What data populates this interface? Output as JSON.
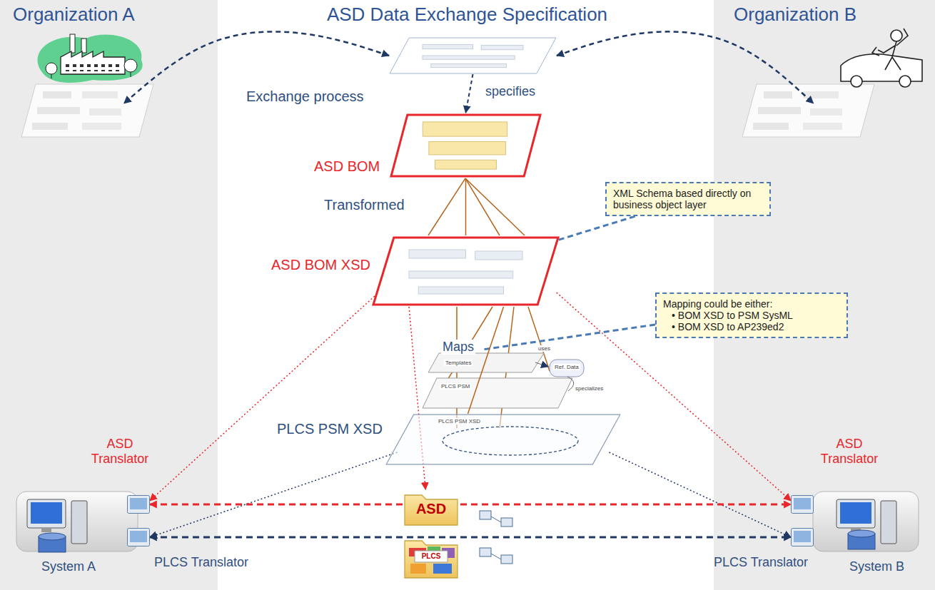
{
  "diagram": {
    "title": "ASD Data Exchange Specification",
    "nodes": [
      {
        "text": [
          "Organization A"
        ]
      },
      {
        "text": [
          "Exchange process"
        ]
      },
      {
        "text": [
          "Organization B"
        ]
      },
      {
        "text": [
          "ASD BOM"
        ]
      },
      {
        "text": [
          "XML Schema based directly on business object layer"
        ]
      },
      {
        "text": [
          "ASD BOM XSD"
        ]
      },
      {
        "text": [
          "Mapping could be either:",
          "• BOM XSD to PSM SysML",
          "• BOM XSD to AP239ed2"
        ]
      },
      {
        "text": [
          "PLCS PSM XSD"
        ]
      },
      {
        "text": [
          "System A"
        ],
        "in": 0
      },
      {
        "text": [
          "ASD Translator"
        ],
        "in": 8
      },
      {
        "text": [
          "PLCS Translator"
        ],
        "in": 8
      },
      {
        "text": [
          "ASD"
        ]
      },
      {
        "text": [
          "PLCS"
        ]
      },
      {
        "text": [
          "System B"
        ],
        "in": 2
      },
      {
        "text": [
          "ASD Translator"
        ],
        "in": 13
      },
      {
        "text": [
          "PLCS Translator"
        ],
        "in": 13
      }
    ],
    "edges": [
      {
        "from": 1,
        "to": 0,
        "arrow": "both"
      },
      {
        "from": 1,
        "to": 2,
        "arrow": "both"
      },
      {
        "from": 1,
        "to": 3,
        "arrow": "to",
        "label": "specifies"
      },
      {
        "from": 3,
        "to": 5,
        "arrow": "none",
        "label": "Transformed"
      },
      {
        "from": 4,
        "to": 5,
        "arrow": "none"
      },
      {
        "from": 5,
        "to": 7,
        "arrow": "none",
        "label": "Maps"
      },
      {
        "from": 5,
        "to": 9,
        "arrow": "to"
      },
      {
        "from": 5,
        "to": 11,
        "arrow": "to"
      },
      {
        "from": 5,
        "to": 14,
        "arrow": "to"
      },
      {
        "from": 7,
        "to": 10,
        "arrow": "to"
      },
      {
        "from": 7,
        "to": 15,
        "arrow": "to"
      },
      {
        "from": 9,
        "to": 14,
        "arrow": "both"
      },
      {
        "from": 10,
        "to": 15,
        "arrow": "both"
      }
    ],
    "labels": [
      "Templates",
      "Ref. Data",
      "uses",
      "specializes",
      "PLCS PSM",
      "PLCS PSM XSD"
    ]
  }
}
